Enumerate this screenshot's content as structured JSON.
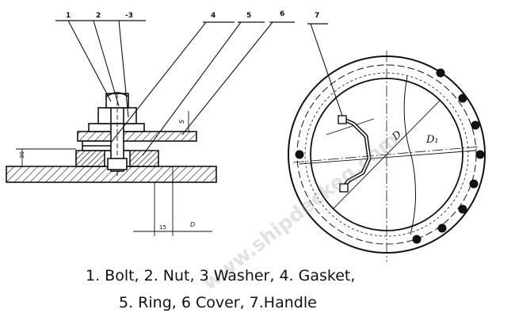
{
  "callouts": [
    "1",
    "2",
    "-3",
    "4",
    "5",
    "6",
    "7"
  ],
  "dimensions": {
    "s": "S",
    "height": "30",
    "offset": "15",
    "d_small": "D",
    "d_large": "D",
    "d1": "D₁"
  },
  "caption": {
    "line1": "1. Bolt,  2. Nut, 3 Washer, 4. Gasket,",
    "line2": "5. Ring, 6 Cover, 7.Handle"
  },
  "watermark": "www.shipdeckeq.com"
}
